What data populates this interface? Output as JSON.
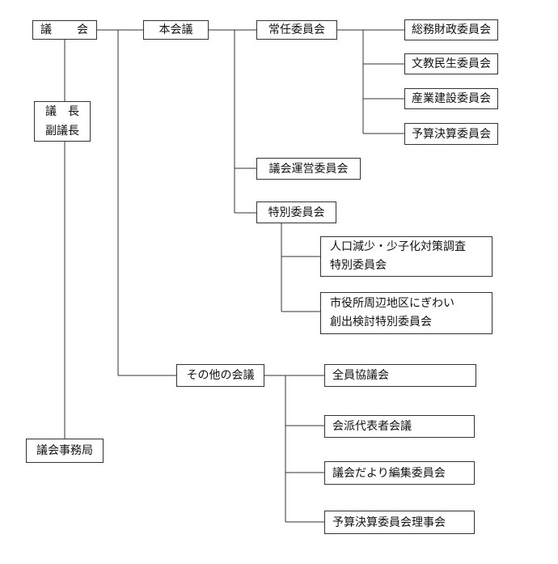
{
  "nodes": {
    "gikai": "議　　会",
    "gicho": "議　長",
    "fukugicho": "副議長",
    "jimukyoku": "議会事務局",
    "honkaigi": "本会議",
    "jonin": "常任委員会",
    "somu": "総務財政委員会",
    "bunkyo": "文教民生委員会",
    "sangyo": "産業建設委員会",
    "yosan": "予算決算委員会",
    "unei": "議会運営委員会",
    "tokubetsu": "特別委員会",
    "jinko_line1": "人口減少・少子化対策調査",
    "jinko_line2": "特別委員会",
    "shiyakusho_line1": "市役所周辺地区にぎわい",
    "shiyakusho_line2": "創出検討特別委員会",
    "sonota": "その他の会議",
    "zenin": "全員協議会",
    "kaiha": "会派代表者会議",
    "dayori": "議会だより編集委員会",
    "riji": "予算決算委員会理事会"
  }
}
